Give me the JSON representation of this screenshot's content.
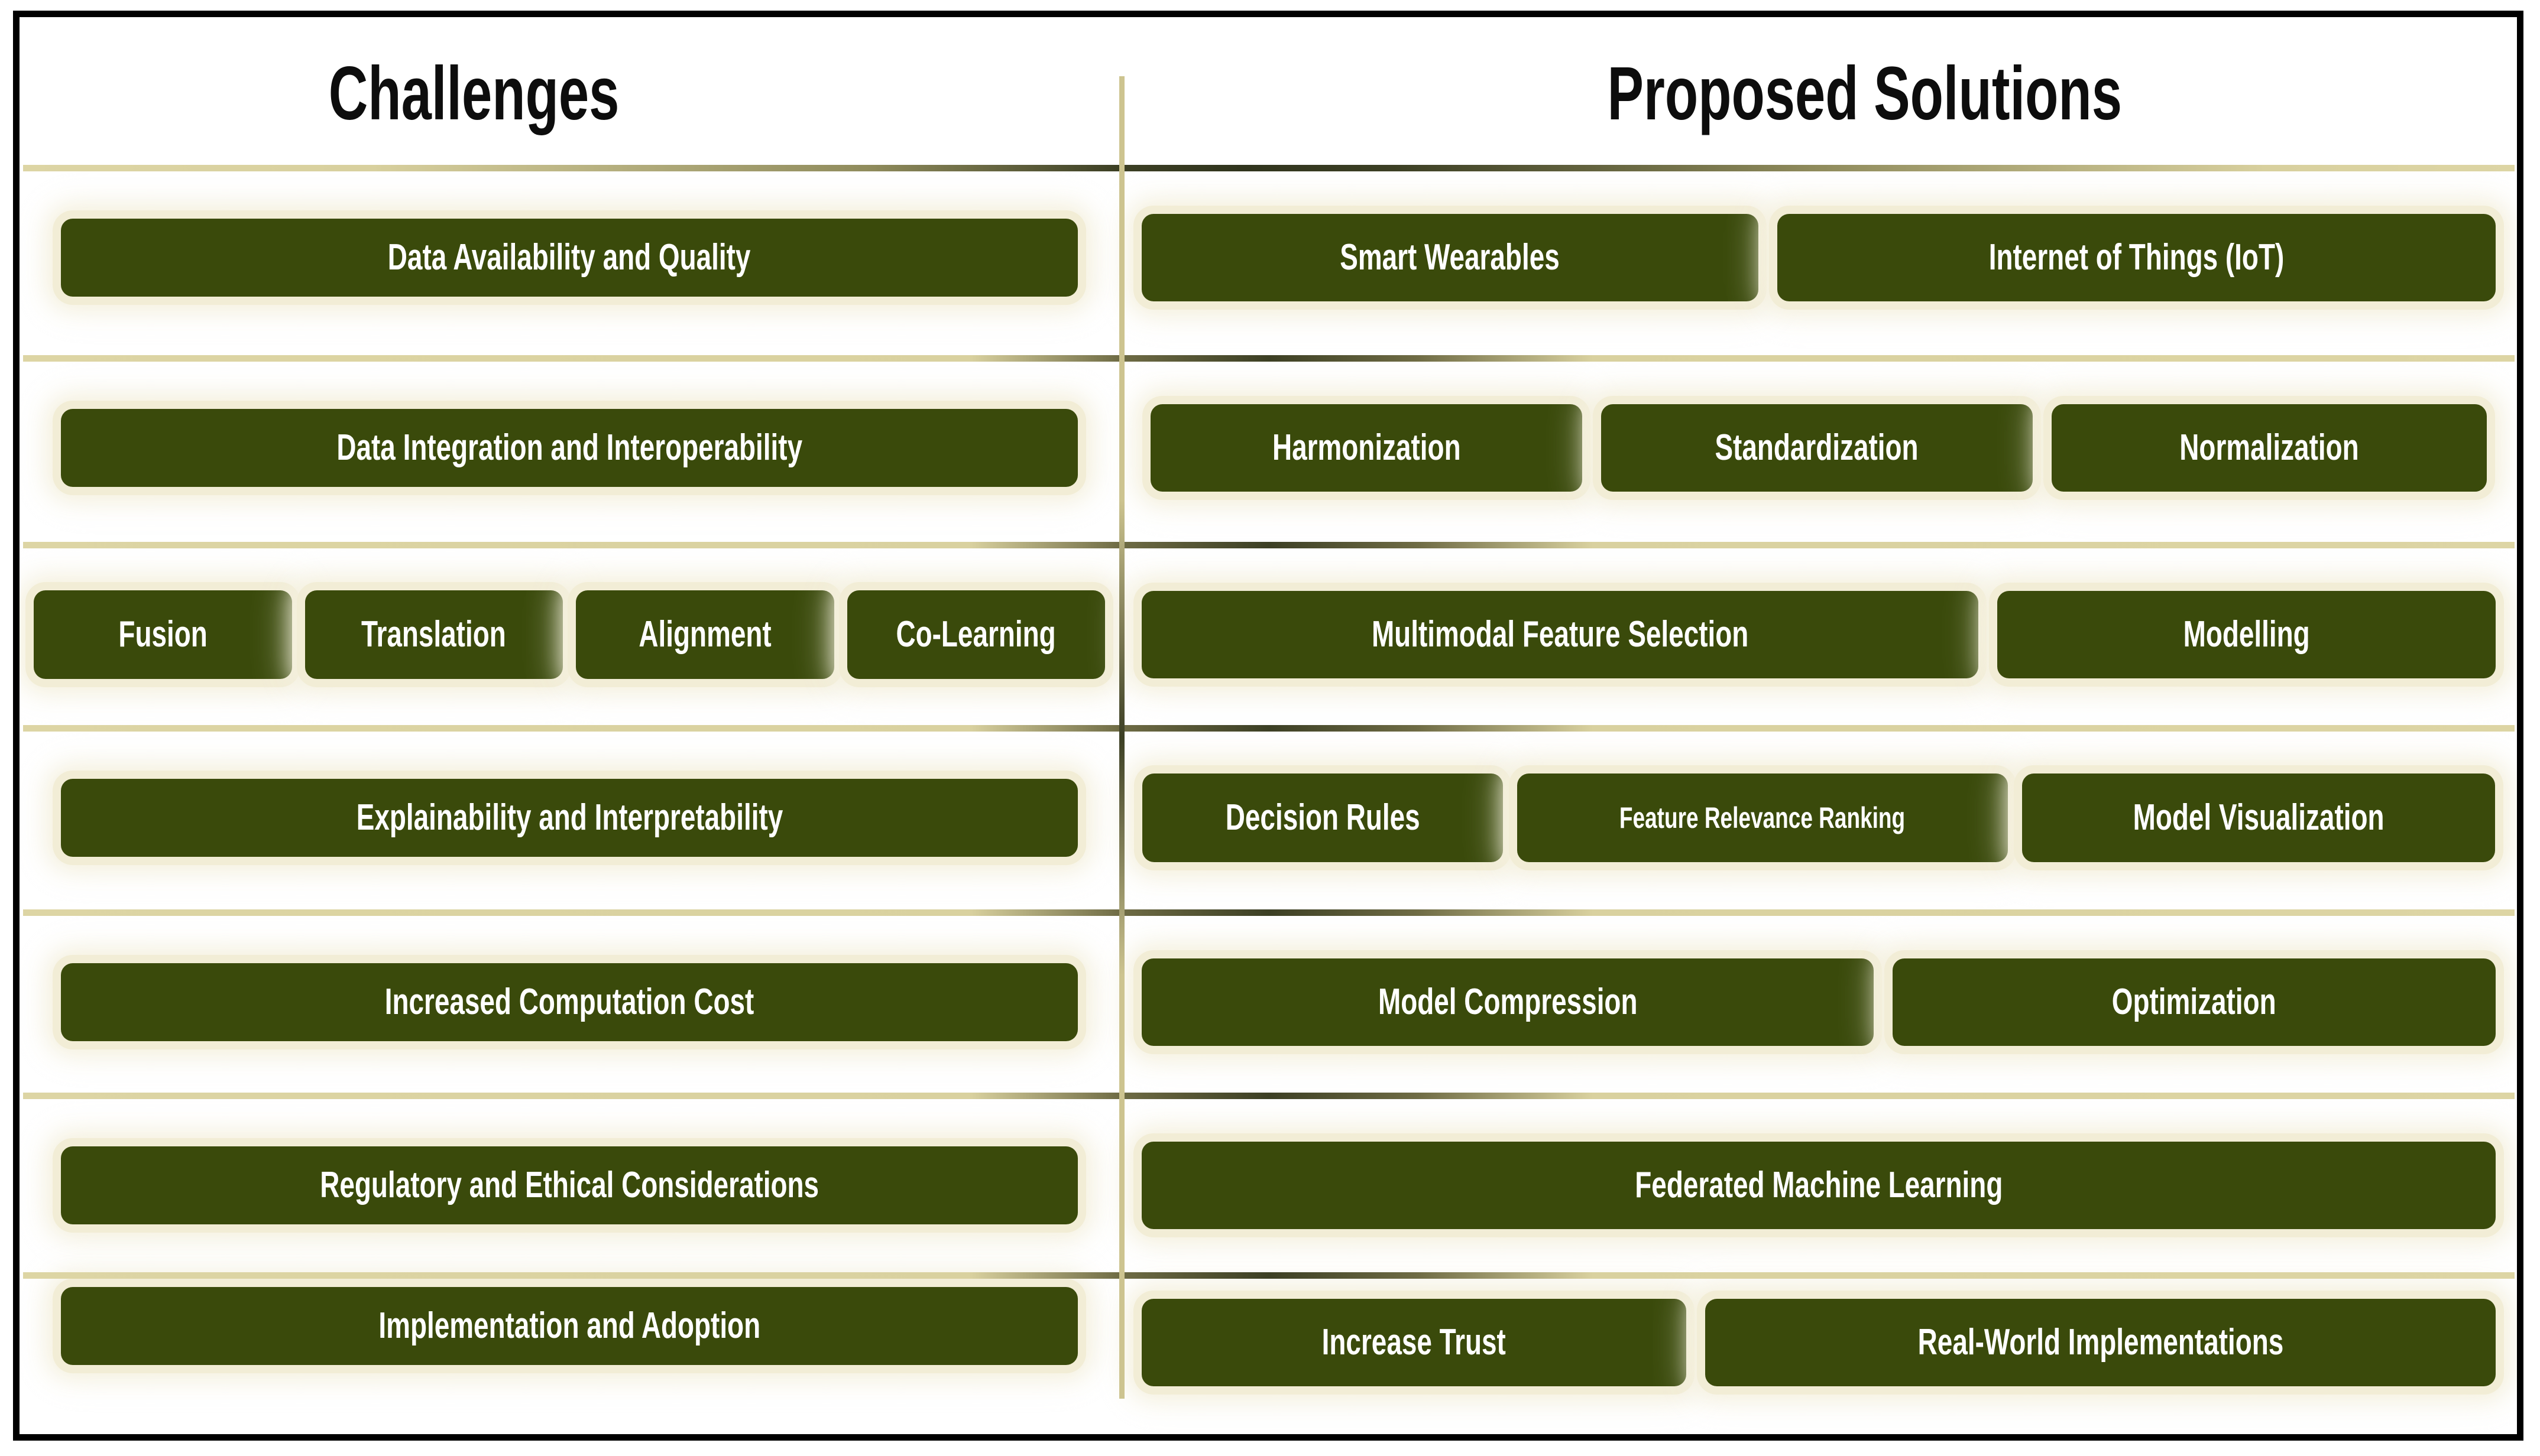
{
  "frame": {
    "border_color": "#000000",
    "background": "#ffffff"
  },
  "theme": {
    "chip_fill": "#3a4a0b",
    "chip_text": "#ffffff",
    "glow": "#f1ecd5",
    "divider_cream": "#ddd5a4",
    "divider_dark": "#3c3f24",
    "header_text": "#0d0d0d"
  },
  "headers": {
    "left": "Challenges",
    "right": "Proposed Solutions"
  },
  "rows": [
    {
      "challenge": "Data Availability and Quality",
      "solutions": [
        "Smart Wearables",
        "Internet of Things (IoT)"
      ]
    },
    {
      "challenge": "Data Integration and Interoperability",
      "solutions": [
        "Harmonization",
        "Standardization",
        "Normalization"
      ]
    },
    {
      "challenge": "Fusion | Translation | Alignment | Co-Learning",
      "challenge_parts": [
        "Fusion",
        "Translation",
        "Alignment",
        "Co-Learning"
      ],
      "solutions": [
        "Multimodal Feature Selection",
        "Modelling"
      ]
    },
    {
      "challenge": "Explainability and Interpretability",
      "solutions": [
        "Decision Rules",
        "Feature Relevance Ranking",
        "Model Visualization"
      ]
    },
    {
      "challenge": "Increased Computation Cost",
      "solutions": [
        "Model Compression",
        "Optimization"
      ]
    },
    {
      "challenge": "Regulatory and Ethical Considerations",
      "solutions": [
        "Federated Machine Learning"
      ]
    },
    {
      "challenge": "Implementation and Adoption",
      "solutions": [
        "Increase Trust",
        "Real-World Implementations"
      ]
    }
  ]
}
